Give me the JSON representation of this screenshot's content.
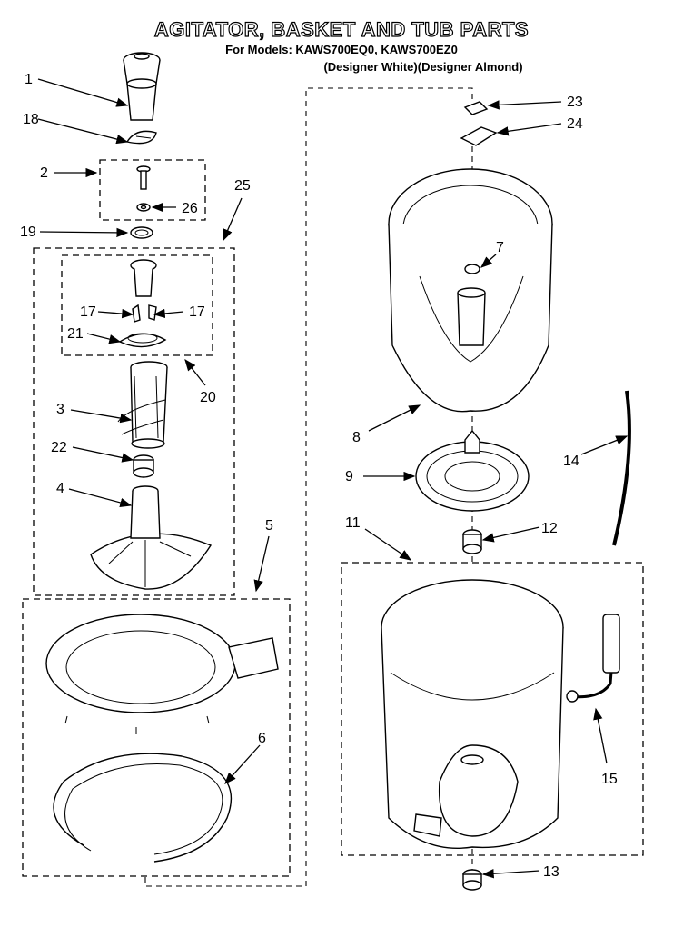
{
  "header": {
    "title": "AGITATOR, BASKET AND TUB PARTS",
    "models": "For Models: KAWS700EQ0, KAWS700EZ0",
    "colors": "(Designer White)(Designer Almond)"
  },
  "callouts": {
    "c1": "1",
    "c2": "2",
    "c3": "3",
    "c4": "4",
    "c5": "5",
    "c6": "6",
    "c7": "7",
    "c8": "8",
    "c9": "9",
    "c11": "11",
    "c12": "12",
    "c13": "13",
    "c14": "14",
    "c15": "15",
    "c17a": "17",
    "c17b": "17",
    "c18": "18",
    "c19": "19",
    "c20": "20",
    "c21": "21",
    "c22": "22",
    "c23": "23",
    "c24": "24",
    "c25": "25",
    "c26": "26"
  }
}
